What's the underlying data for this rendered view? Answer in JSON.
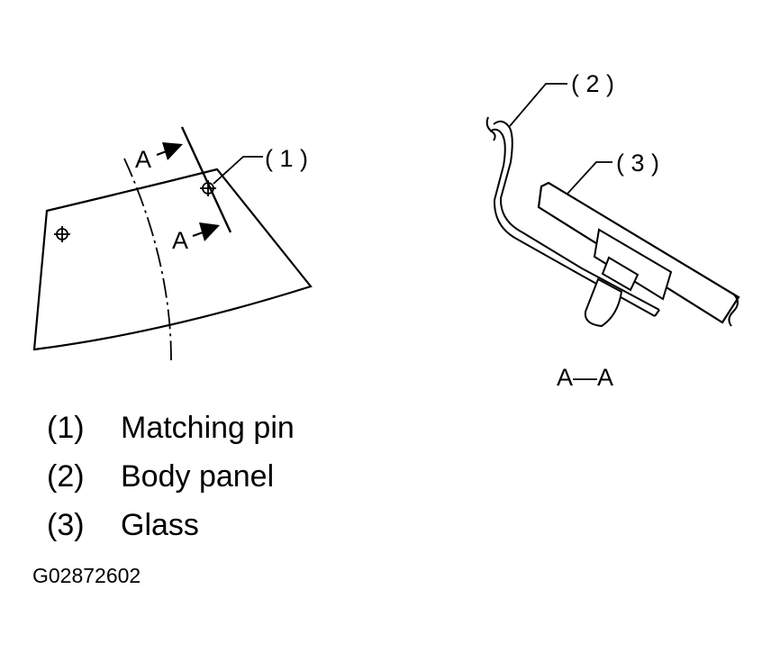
{
  "diagram": {
    "callouts": {
      "c1": "( 1 )",
      "c2": "( 2 )",
      "c3": "( 3 )"
    },
    "section_marker": "A",
    "section_caption": "A—A"
  },
  "legend": [
    {
      "number": "(1)",
      "text": "Matching pin"
    },
    {
      "number": "(2)",
      "text": "Body panel"
    },
    {
      "number": "(3)",
      "text": "Glass"
    }
  ],
  "figure_id": "G02872602",
  "colors": {
    "line": "#000000",
    "background": "#ffffff"
  }
}
